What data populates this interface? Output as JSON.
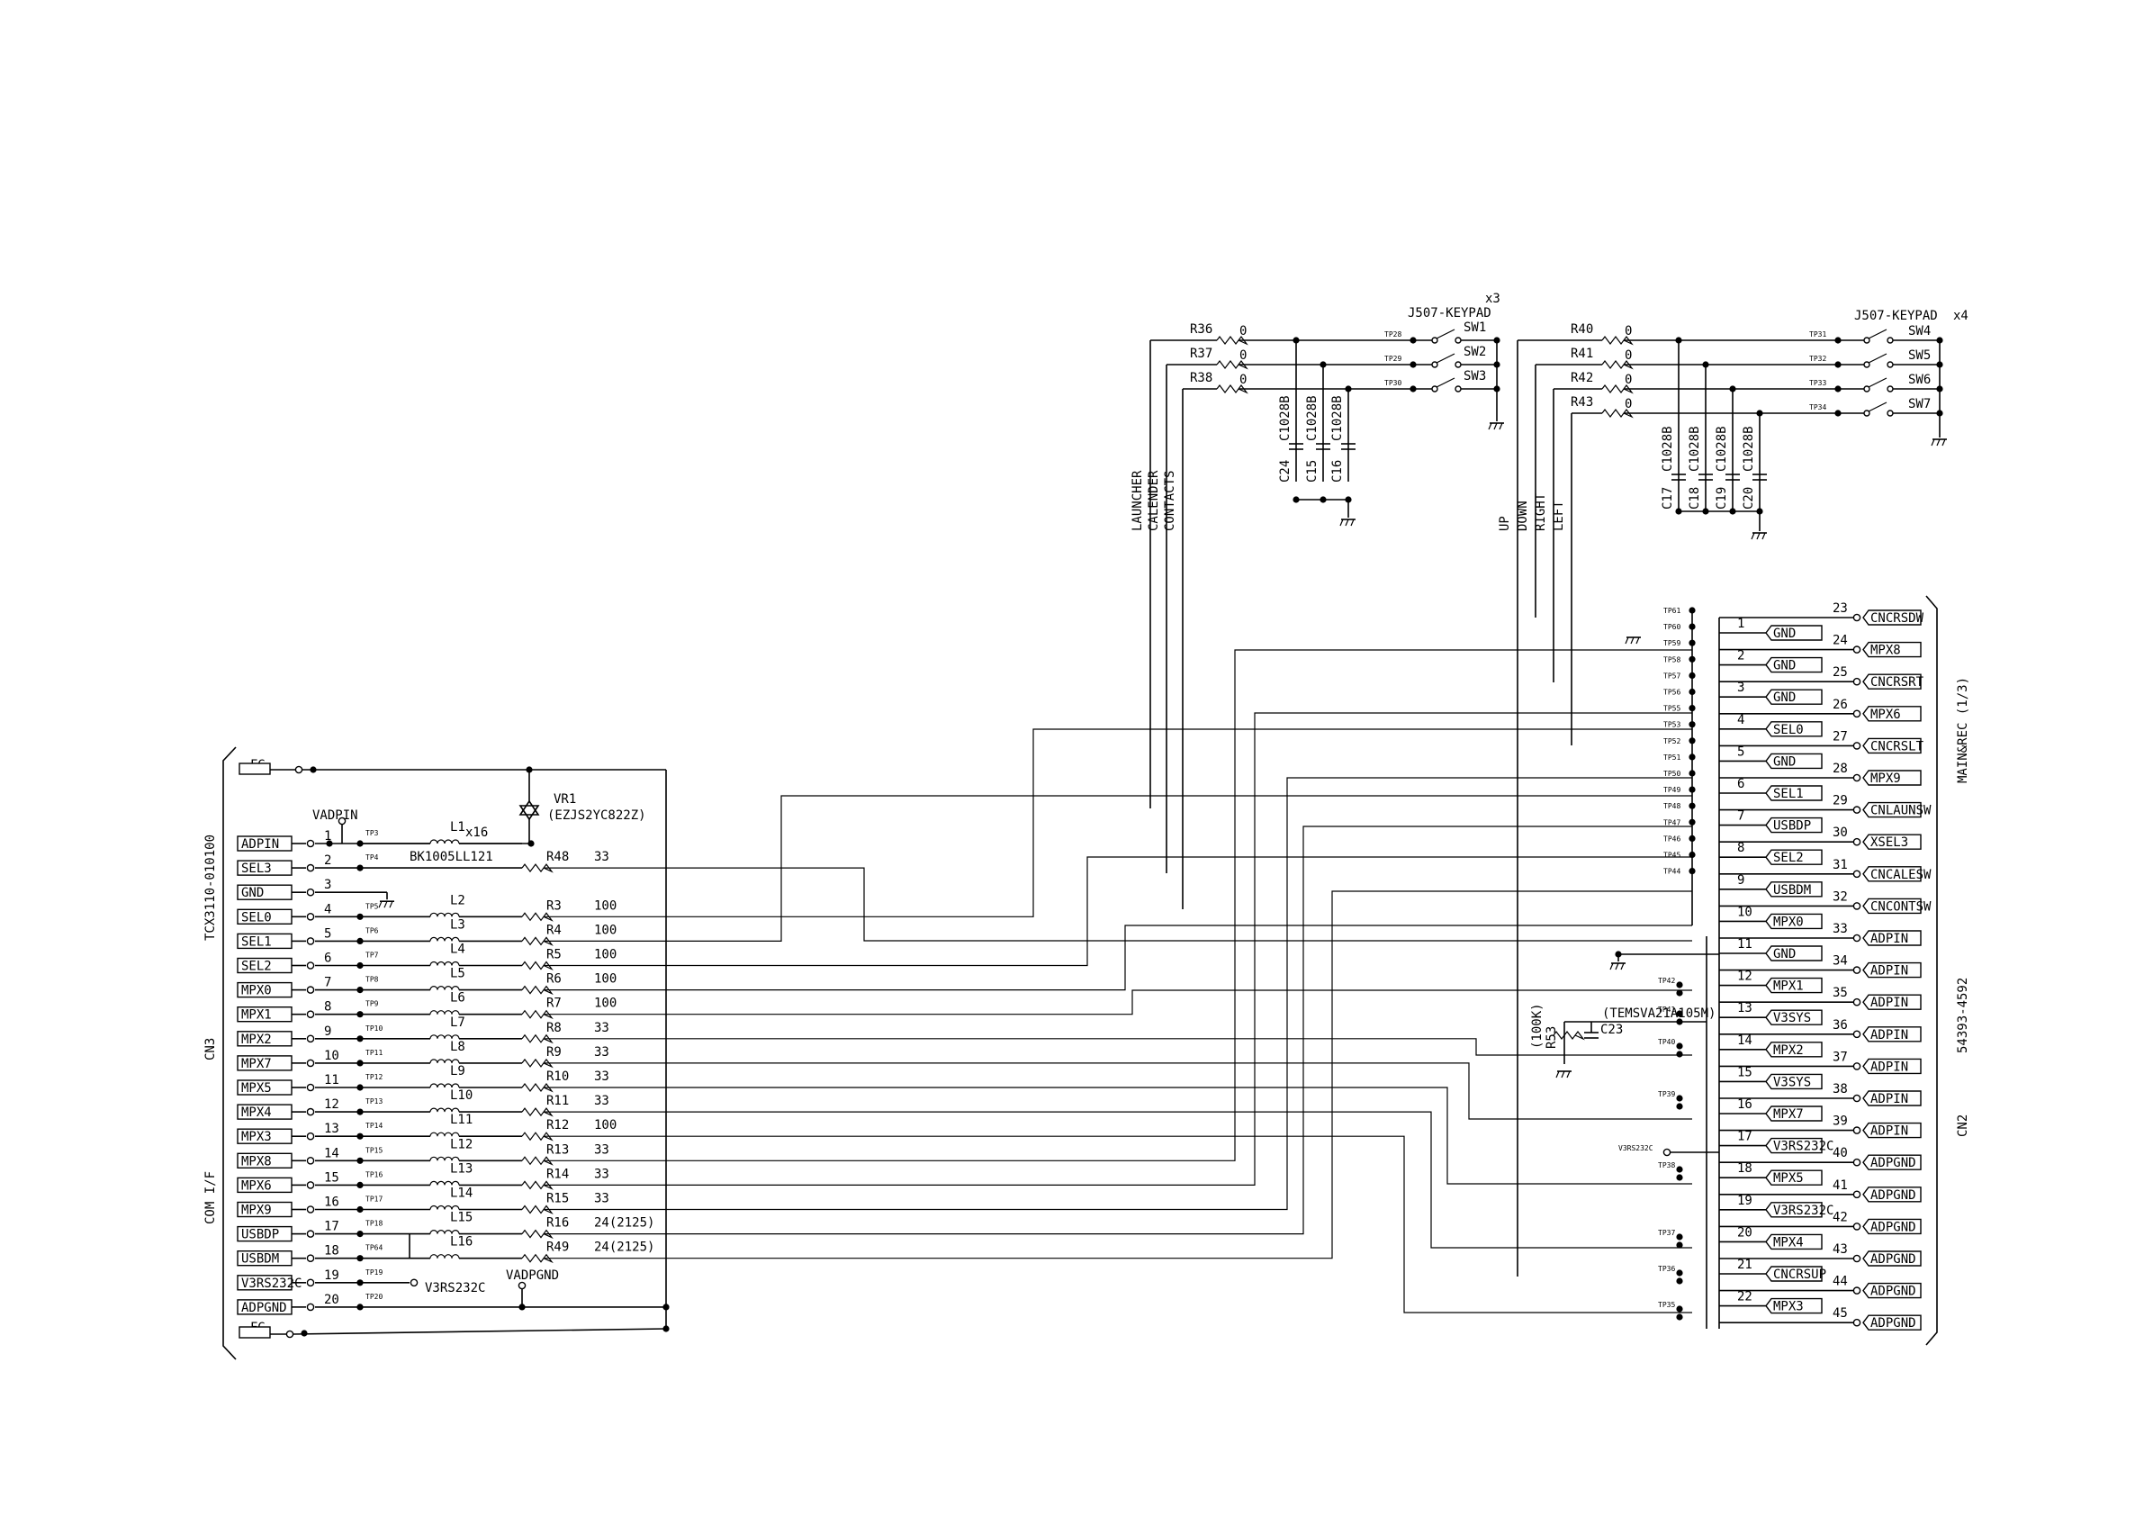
{
  "cn3": {
    "part_no": "TCX3110-010100",
    "ref": "CN3",
    "name": "COM I/F",
    "fg_top": "FG",
    "fg_bottom": "FG",
    "pins": [
      {
        "num": "1",
        "label": "ADPIN",
        "tp": "TP3"
      },
      {
        "num": "2",
        "label": "SEL3",
        "tp": "TP4"
      },
      {
        "num": "3",
        "label": "GND",
        "tp": ""
      },
      {
        "num": "4",
        "label": "SEL0",
        "tp": "TP5"
      },
      {
        "num": "5",
        "label": "SEL1",
        "tp": "TP6"
      },
      {
        "num": "6",
        "label": "SEL2",
        "tp": "TP7"
      },
      {
        "num": "7",
        "label": "MPX0",
        "tp": "TP8"
      },
      {
        "num": "8",
        "label": "MPX1",
        "tp": "TP9"
      },
      {
        "num": "9",
        "label": "MPX2",
        "tp": "TP10"
      },
      {
        "num": "10",
        "label": "MPX7",
        "tp": "TP11"
      },
      {
        "num": "11",
        "label": "MPX5",
        "tp": "TP12"
      },
      {
        "num": "12",
        "label": "MPX4",
        "tp": "TP13"
      },
      {
        "num": "13",
        "label": "MPX3",
        "tp": "TP14"
      },
      {
        "num": "14",
        "label": "MPX8",
        "tp": "TP15"
      },
      {
        "num": "15",
        "label": "MPX6",
        "tp": "TP16"
      },
      {
        "num": "16",
        "label": "MPX9",
        "tp": "TP17"
      },
      {
        "num": "17",
        "label": "USBDP",
        "tp": "TP18"
      },
      {
        "num": "18",
        "label": "USBDM",
        "tp": "TP64"
      },
      {
        "num": "19",
        "label": "V3RS232C",
        "tp": "TP19"
      },
      {
        "num": "20",
        "label": "ADPGND",
        "tp": "TP20"
      }
    ],
    "inductors": [
      {
        "row": 0,
        "name": "L1"
      },
      {
        "row": 3,
        "name": "L2"
      },
      {
        "row": 4,
        "name": "L3"
      },
      {
        "row": 5,
        "name": "L4"
      },
      {
        "row": 6,
        "name": "L5"
      },
      {
        "row": 7,
        "name": "L6"
      },
      {
        "row": 8,
        "name": "L7"
      },
      {
        "row": 9,
        "name": "L8"
      },
      {
        "row": 10,
        "name": "L9"
      },
      {
        "row": 11,
        "name": "L10"
      },
      {
        "row": 12,
        "name": "L11"
      },
      {
        "row": 13,
        "name": "L12"
      },
      {
        "row": 14,
        "name": "L13"
      },
      {
        "row": 15,
        "name": "L14"
      },
      {
        "row": 16,
        "name": "L15"
      },
      {
        "row": 17,
        "name": "L16"
      }
    ],
    "inductor_part": "BK1005LL121",
    "inductor_count": "x16",
    "resistors": [
      {
        "row": 1,
        "name": "R48",
        "value": "33"
      },
      {
        "row": 3,
        "name": "R3",
        "value": "100"
      },
      {
        "row": 4,
        "name": "R4",
        "value": "100"
      },
      {
        "row": 5,
        "name": "R5",
        "value": "100"
      },
      {
        "row": 6,
        "name": "R6",
        "value": "100"
      },
      {
        "row": 7,
        "name": "R7",
        "value": "100"
      },
      {
        "row": 8,
        "name": "R8",
        "value": "33"
      },
      {
        "row": 9,
        "name": "R9",
        "value": "33"
      },
      {
        "row": 10,
        "name": "R10",
        "value": "33"
      },
      {
        "row": 11,
        "name": "R11",
        "value": "33"
      },
      {
        "row": 12,
        "name": "R12",
        "value": "100"
      },
      {
        "row": 13,
        "name": "R13",
        "value": "33"
      },
      {
        "row": 14,
        "name": "R14",
        "value": "33"
      },
      {
        "row": 15,
        "name": "R15",
        "value": "33"
      },
      {
        "row": 16,
        "name": "R16",
        "value": "24(2125)"
      },
      {
        "row": 17,
        "name": "R49",
        "value": "24(2125)"
      }
    ],
    "vadpin": "VADPIN",
    "vadpgnd": "VADPGND",
    "v3rs232c": "V3RS232C",
    "varistor": {
      "ref": "VR1",
      "part": "(EZJS2YC822Z)"
    }
  },
  "keypad1": {
    "title": "J507-KEYPAD",
    "count": "x3",
    "rows": [
      {
        "r": "R36",
        "v": "0",
        "tp": "TP28",
        "sw": "SW1"
      },
      {
        "r": "R37",
        "v": "0",
        "tp": "TP29",
        "sw": "SW2"
      },
      {
        "r": "R38",
        "v": "0",
        "tp": "TP30",
        "sw": "SW3"
      }
    ],
    "caps": [
      {
        "name": "C24",
        "value": "C1028B"
      },
      {
        "name": "C15",
        "value": "C1028B"
      },
      {
        "name": "C16",
        "value": "C1028B"
      }
    ],
    "nets": [
      "LAUNCHER",
      "CALENDER",
      "CONTACTS"
    ]
  },
  "keypad2": {
    "title": "J507-KEYPAD",
    "count": "x4",
    "rows": [
      {
        "r": "R40",
        "v": "0",
        "tp": "TP31",
        "sw": "SW4"
      },
      {
        "r": "R41",
        "v": "0",
        "tp": "TP32",
        "sw": "SW5"
      },
      {
        "r": "R42",
        "v": "0",
        "tp": "TP33",
        "sw": "SW6"
      },
      {
        "r": "R43",
        "v": "0",
        "tp": "TP34",
        "sw": "SW7"
      }
    ],
    "caps": [
      {
        "name": "C17",
        "value": "C1028B"
      },
      {
        "name": "C18",
        "value": "C1028B"
      },
      {
        "name": "C19",
        "value": "C1028B"
      },
      {
        "name": "C20",
        "value": "C1028B"
      }
    ],
    "nets": [
      "UP",
      "DOWN",
      "RIGHT",
      "LEFT"
    ]
  },
  "cn2": {
    "ref": "CN2",
    "name": "MAIN&REC (1/3)",
    "part_no": "54393-4592",
    "left_pins": [
      {
        "num": "1",
        "label": "GND"
      },
      {
        "num": "2",
        "label": "GND"
      },
      {
        "num": "3",
        "label": "GND"
      },
      {
        "num": "4",
        "label": "SEL0"
      },
      {
        "num": "5",
        "label": "GND"
      },
      {
        "num": "6",
        "label": "SEL1"
      },
      {
        "num": "7",
        "label": "USBDP"
      },
      {
        "num": "8",
        "label": "SEL2"
      },
      {
        "num": "9",
        "label": "USBDM"
      },
      {
        "num": "10",
        "label": "MPX0"
      },
      {
        "num": "11",
        "label": "GND"
      },
      {
        "num": "12",
        "label": "MPX1"
      },
      {
        "num": "13",
        "label": "V3SYS"
      },
      {
        "num": "14",
        "label": "MPX2"
      },
      {
        "num": "15",
        "label": "V3SYS"
      },
      {
        "num": "16",
        "label": "MPX7"
      },
      {
        "num": "17",
        "label": "V3RS232C"
      },
      {
        "num": "18",
        "label": "MPX5"
      },
      {
        "num": "19",
        "label": "V3RS232C"
      },
      {
        "num": "20",
        "label": "MPX4"
      },
      {
        "num": "21",
        "label": "CNCRSUP"
      },
      {
        "num": "22",
        "label": "MPX3"
      }
    ],
    "right_pins": [
      {
        "num": "23",
        "label": "CNCRSDW"
      },
      {
        "num": "24",
        "label": "MPX8"
      },
      {
        "num": "25",
        "label": "CNCRSRT"
      },
      {
        "num": "26",
        "label": "MPX6"
      },
      {
        "num": "27",
        "label": "CNCRSLT"
      },
      {
        "num": "28",
        "label": "MPX9"
      },
      {
        "num": "29",
        "label": "CNLAUNSW"
      },
      {
        "num": "30",
        "label": "XSEL3"
      },
      {
        "num": "31",
        "label": "CNCALESW"
      },
      {
        "num": "32",
        "label": "CNCONTSW"
      },
      {
        "num": "33",
        "label": "ADPIN"
      },
      {
        "num": "34",
        "label": "ADPIN"
      },
      {
        "num": "35",
        "label": "ADPIN"
      },
      {
        "num": "36",
        "label": "ADPIN"
      },
      {
        "num": "37",
        "label": "ADPIN"
      },
      {
        "num": "38",
        "label": "ADPIN"
      },
      {
        "num": "39",
        "label": "ADPIN"
      },
      {
        "num": "40",
        "label": "ADPGND"
      },
      {
        "num": "41",
        "label": "ADPGND"
      },
      {
        "num": "42",
        "label": "ADPGND"
      },
      {
        "num": "43",
        "label": "ADPGND"
      },
      {
        "num": "44",
        "label": "ADPGND"
      },
      {
        "num": "45",
        "label": "ADPGND"
      }
    ],
    "tps_top": [
      "TP61",
      "TP60",
      "TP59",
      "TP58",
      "TP57",
      "TP56",
      "TP55",
      "TP53",
      "TP52",
      "TP51",
      "TP50",
      "TP49",
      "TP48",
      "TP47",
      "TP46",
      "TP45",
      "TP44"
    ],
    "tps_bottom": [
      "TP42",
      "TP41",
      "TP40",
      "TP39",
      "TP38",
      "TP37",
      "TP36",
      "TP35"
    ],
    "v3rs232c": "V3RS232C",
    "c23": {
      "name": "C23",
      "part": "(TEMSVA21A105M)"
    },
    "r_bias": {
      "name": "R53",
      "value": "(100K)"
    }
  }
}
